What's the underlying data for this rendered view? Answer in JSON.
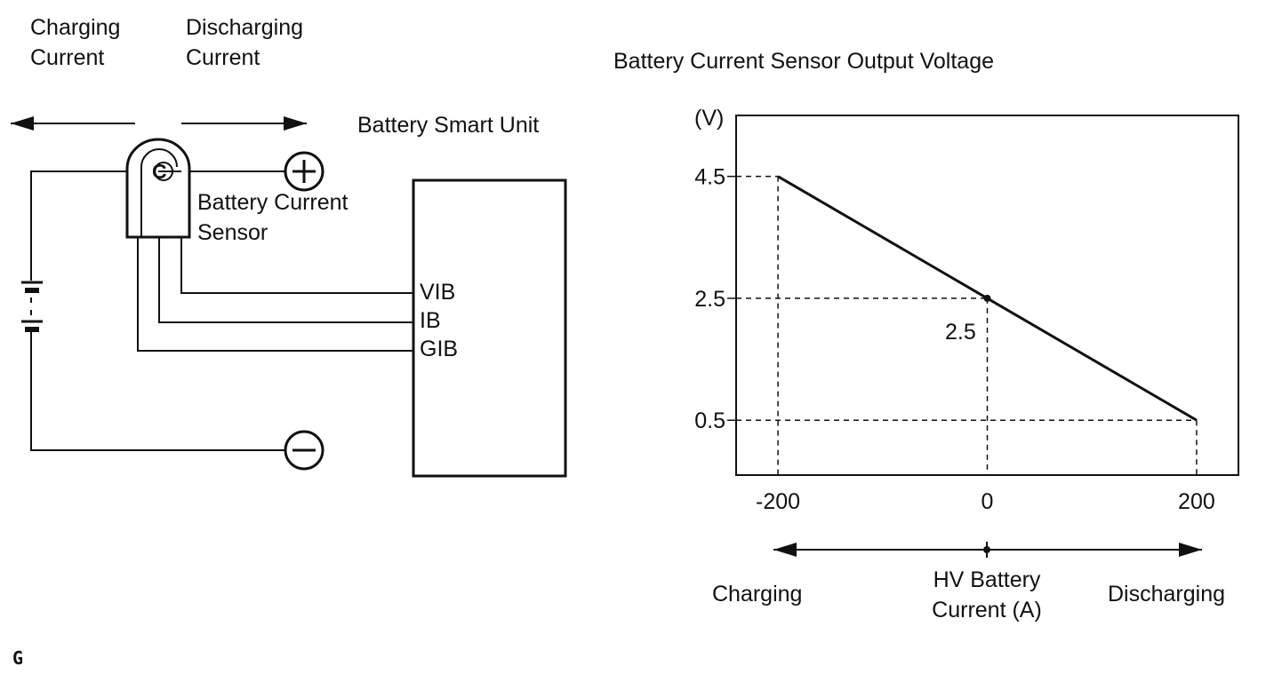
{
  "left": {
    "charging_current_line1": "Charging",
    "charging_current_line2": "Current",
    "discharging_current_line1": "Discharging",
    "discharging_current_line2": "Current",
    "unit_title": "Battery Smart Unit",
    "sensor_label_line1": "Battery Current",
    "sensor_label_line2": "Sensor",
    "sensor_symbol": "C",
    "pins": [
      "VIB",
      "IB",
      "GIB"
    ],
    "corner_mark": "G"
  },
  "chart_data": {
    "type": "line",
    "title": "Battery Current Sensor Output Voltage",
    "ylabel": "(V)",
    "xlabel_line1": "HV Battery",
    "xlabel_line2": "Current (A)",
    "x_ticks": [
      "-200",
      "0",
      "200"
    ],
    "y_ticks": [
      "4.5",
      "2.5",
      "0.5"
    ],
    "xlim": [
      -240,
      240
    ],
    "ylim": [
      -0.4,
      5.5
    ],
    "series": [
      {
        "points": [
          [
            -200,
            4.5
          ],
          [
            0,
            2.5
          ],
          [
            200,
            0.5
          ]
        ]
      }
    ],
    "annotation": "2.5",
    "direction_left": "Charging",
    "direction_right": "Discharging"
  }
}
